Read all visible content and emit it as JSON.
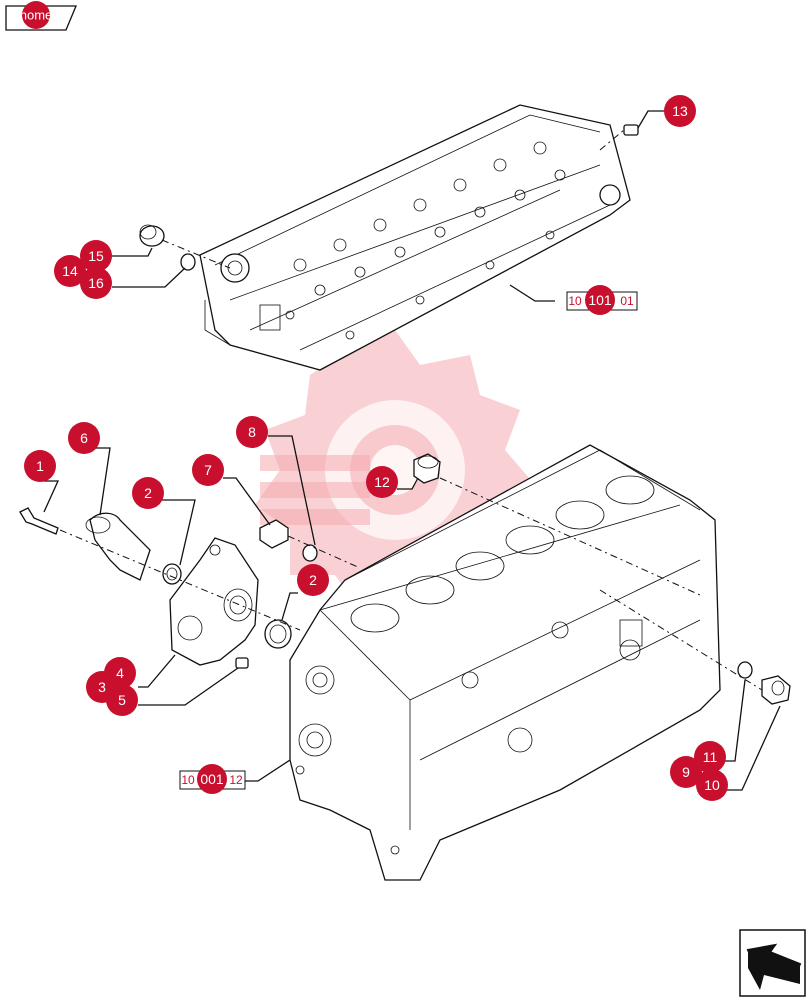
{
  "home_button": {
    "label": "home"
  },
  "callouts": [
    {
      "id": "c1",
      "label": "1"
    },
    {
      "id": "c2a",
      "label": "2"
    },
    {
      "id": "c2b",
      "label": "2"
    },
    {
      "id": "c3",
      "label": "3"
    },
    {
      "id": "c4",
      "label": "4"
    },
    {
      "id": "c5",
      "label": "5"
    },
    {
      "id": "c6",
      "label": "6"
    },
    {
      "id": "c7",
      "label": "7"
    },
    {
      "id": "c8",
      "label": "8"
    },
    {
      "id": "c9",
      "label": "9"
    },
    {
      "id": "c10",
      "label": "10"
    },
    {
      "id": "c11",
      "label": "11"
    },
    {
      "id": "c12",
      "label": "12"
    },
    {
      "id": "c13",
      "label": "13"
    },
    {
      "id": "c14",
      "label": "14"
    },
    {
      "id": "c15",
      "label": "15"
    },
    {
      "id": "c16",
      "label": "16"
    }
  ],
  "references": [
    {
      "id": "r101",
      "label": "101",
      "prefix": "10",
      "suffix": "01"
    },
    {
      "id": "r001",
      "label": "001",
      "prefix": "10",
      "suffix": "12"
    }
  ],
  "colors": {
    "accent": "#c8102e",
    "watermark": "#f4a9ae",
    "line": "#111111"
  },
  "icons": {
    "next_page": "next-page-arrow-icon",
    "watermark": "gear-watermark-icon"
  }
}
